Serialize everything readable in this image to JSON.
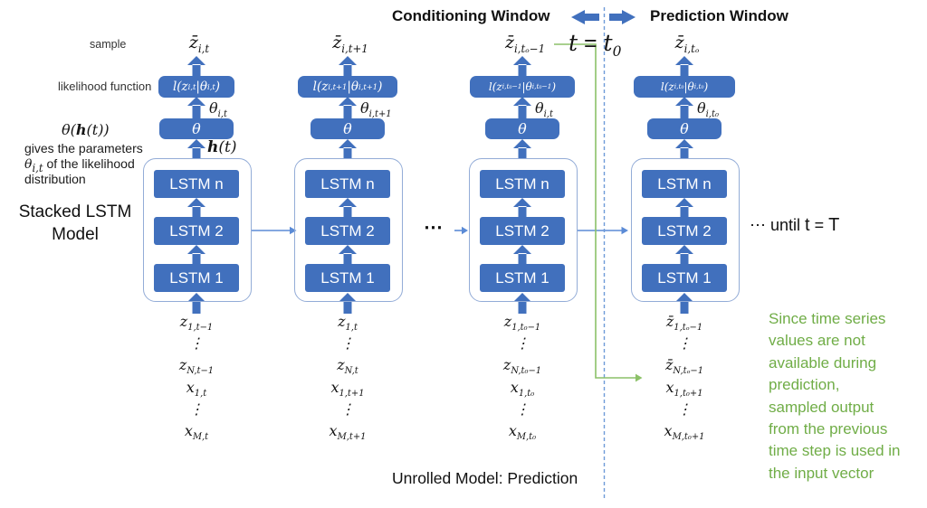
{
  "colors": {
    "box_blue": "#4170BD",
    "light_border": "#93ACD7",
    "connector_blue": "#5B8BD6",
    "dashed_blue": "#6E9BD8",
    "green": "#70AD47",
    "green_line": "#8CC168"
  },
  "header": {
    "conditioning_label": "Conditioning Window",
    "prediction_label": "Prediction Window",
    "divider_equation": [
      [
        "t",
        "t"
      ],
      [
        "p",
        " = "
      ],
      [
        "t",
        "t"
      ],
      [
        "s",
        "0"
      ]
    ]
  },
  "annotations": {
    "sample_label": "sample",
    "likelihood_label": "likelihood function",
    "theta_function": [
      [
        "t",
        "θ("
      ],
      [
        "b",
        "h"
      ],
      [
        "t",
        "(t))"
      ]
    ],
    "theta_function_lines": [
      [
        [
          "p",
          "gives the parameters"
        ]
      ],
      [
        [
          "t",
          "θ"
        ],
        [
          "s",
          "i,t"
        ],
        [
          "p",
          " of the likelihood"
        ]
      ],
      [
        [
          "p",
          "distribution"
        ]
      ]
    ],
    "stacked_model_lines": [
      "Stacked LSTM",
      "Model"
    ],
    "until_note": [
      [
        "p",
        "⋯ until "
      ],
      [
        "t",
        "t"
      ],
      [
        "p",
        " = "
      ],
      [
        "t",
        "T"
      ]
    ],
    "green_note_lines": [
      "Since time series",
      "values are not",
      "available during",
      "prediction,",
      "sampled output",
      "from the previous",
      "time step is used in",
      "the input vector"
    ]
  },
  "lstm_labels": [
    "LSTM n",
    "LSTM 2",
    "LSTM 1"
  ],
  "ellipsis_between": "⋯",
  "footer_caption": "Unrolled Model: Prediction",
  "columns": [
    {
      "sample_output": [
        [
          "t",
          "z̄"
        ],
        [
          "s",
          "i,t"
        ]
      ],
      "likelihood": [
        [
          "t",
          "l(z"
        ],
        [
          "s",
          "i,t"
        ],
        [
          "t",
          "|θ"
        ],
        [
          "s",
          "i,t"
        ],
        [
          "t",
          ")"
        ]
      ],
      "theta_box": [
        [
          "t",
          "θ"
        ]
      ],
      "theta_params": [
        [
          "t",
          "θ"
        ],
        [
          "s",
          "i,t"
        ]
      ],
      "hidden_state": [
        [
          "b",
          "h"
        ],
        [
          "t",
          "(t)"
        ]
      ],
      "inputs": [
        [
          [
            "t",
            "z"
          ],
          [
            "s",
            "1,t−1"
          ]
        ],
        [
          [
            "t",
            "⋮"
          ]
        ],
        [
          [
            "t",
            "z"
          ],
          [
            "s",
            "N,t−1"
          ]
        ],
        [
          [
            "t",
            "x"
          ],
          [
            "s",
            "1,t"
          ]
        ],
        [
          [
            "t",
            "⋮"
          ]
        ],
        [
          [
            "t",
            "x"
          ],
          [
            "s",
            "M,t"
          ]
        ]
      ]
    },
    {
      "sample_output": [
        [
          "t",
          "z̄"
        ],
        [
          "s",
          "i,t+1"
        ]
      ],
      "likelihood": [
        [
          "t",
          "l(z"
        ],
        [
          "s",
          "i,t+1"
        ],
        [
          "t",
          "|θ"
        ],
        [
          "s",
          "i,t+1"
        ],
        [
          "t",
          ")"
        ]
      ],
      "theta_box": [
        [
          "t",
          "θ"
        ]
      ],
      "theta_params": [
        [
          "t",
          "θ"
        ],
        [
          "s",
          "i,t+1"
        ]
      ],
      "inputs": [
        [
          [
            "t",
            "z"
          ],
          [
            "s",
            "1,t"
          ]
        ],
        [
          [
            "t",
            "⋮"
          ]
        ],
        [
          [
            "t",
            "z"
          ],
          [
            "s",
            "N,t"
          ]
        ],
        [
          [
            "t",
            "x"
          ],
          [
            "s",
            "1,t+1"
          ]
        ],
        [
          [
            "t",
            "⋮"
          ]
        ],
        [
          [
            "t",
            "x"
          ],
          [
            "s",
            "M,t+1"
          ]
        ]
      ]
    },
    {
      "sample_output": [
        [
          "t",
          "z̄"
        ],
        [
          "s",
          "i,tₒ−1"
        ]
      ],
      "likelihood": [
        [
          "t",
          "l(z"
        ],
        [
          "s",
          "i,t₀−1"
        ],
        [
          "t",
          "|θ"
        ],
        [
          "s",
          "i,t₀−1"
        ],
        [
          "t",
          ")"
        ]
      ],
      "theta_box": [
        [
          "t",
          "θ"
        ]
      ],
      "theta_params": [
        [
          "t",
          "θ"
        ],
        [
          "s",
          "i,t"
        ]
      ],
      "inputs": [
        [
          [
            "t",
            "z"
          ],
          [
            "s",
            "1,t₀−1"
          ]
        ],
        [
          [
            "t",
            "⋮"
          ]
        ],
        [
          [
            "t",
            "z"
          ],
          [
            "s",
            "N,t₀−1"
          ]
        ],
        [
          [
            "t",
            "x"
          ],
          [
            "s",
            "1,t₀"
          ]
        ],
        [
          [
            "t",
            "⋮"
          ]
        ],
        [
          [
            "t",
            "x"
          ],
          [
            "s",
            "M,t₀"
          ]
        ]
      ]
    },
    {
      "sample_output": [
        [
          "t",
          "z̄"
        ],
        [
          "s",
          "i,tₒ"
        ]
      ],
      "likelihood": [
        [
          "t",
          "l(z"
        ],
        [
          "s",
          "i,t₀"
        ],
        [
          "t",
          "|θ"
        ],
        [
          "s",
          "i,t₀"
        ],
        [
          "t",
          ")"
        ]
      ],
      "theta_box": [
        [
          "t",
          "θ"
        ]
      ],
      "theta_params": [
        [
          "t",
          "θ"
        ],
        [
          "s",
          "i,t₀"
        ]
      ],
      "inputs": [
        [
          [
            "t",
            "z̄"
          ],
          [
            "s",
            "1,tₒ−1"
          ]
        ],
        [
          [
            "t",
            "⋮"
          ]
        ],
        [
          [
            "t",
            "z̄"
          ],
          [
            "s",
            "N,tₒ−1"
          ]
        ],
        [
          [
            "t",
            "x"
          ],
          [
            "s",
            "1,t₀+1"
          ]
        ],
        [
          [
            "t",
            "⋮"
          ]
        ],
        [
          [
            "t",
            "x"
          ],
          [
            "s",
            "M,t₀+1"
          ]
        ]
      ]
    }
  ]
}
